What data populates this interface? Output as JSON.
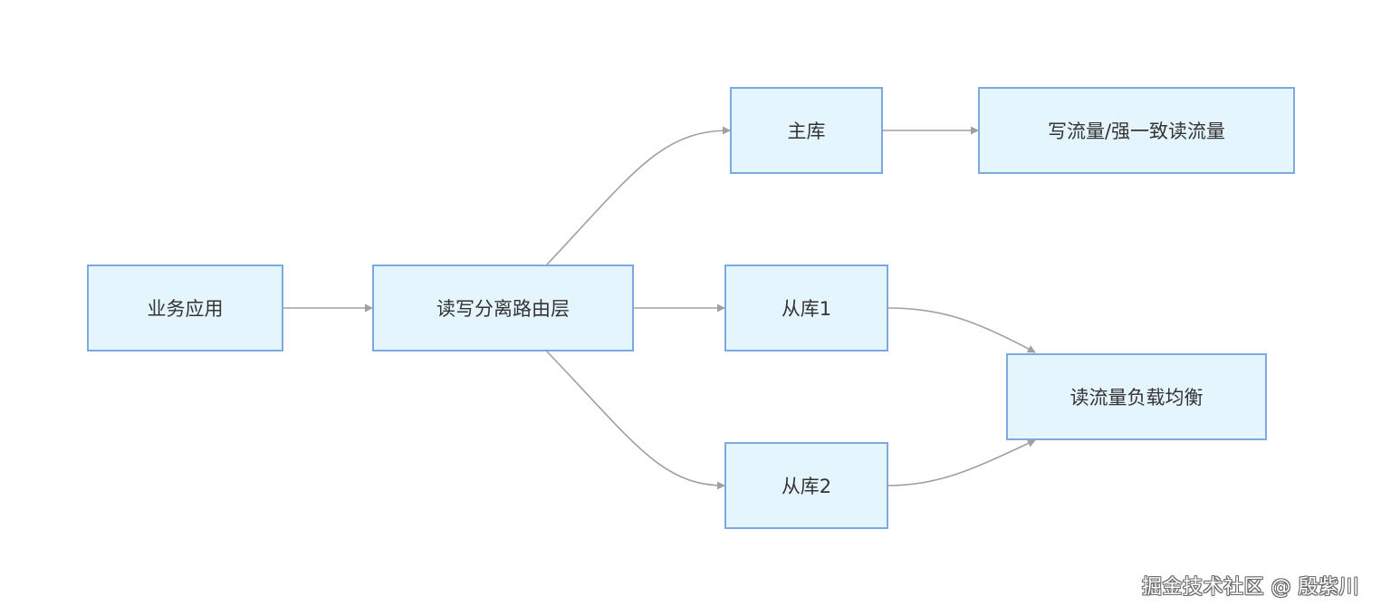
{
  "diagram": {
    "colors": {
      "node_fill": "#e5f5fd",
      "node_border": "#7ba9e0",
      "edge": "#a0a0a0",
      "text": "#333333"
    },
    "nodes": {
      "app": {
        "label": "业务应用"
      },
      "router": {
        "label": "读写分离路由层"
      },
      "master": {
        "label": "主库"
      },
      "slave1": {
        "label": "从库1"
      },
      "slave2": {
        "label": "从库2"
      },
      "write_traffic": {
        "label": "写流量/强一致读流量"
      },
      "read_lb": {
        "label": "读流量负载均衡"
      }
    },
    "edges": [
      {
        "from": "app",
        "to": "router"
      },
      {
        "from": "router",
        "to": "master"
      },
      {
        "from": "router",
        "to": "slave1"
      },
      {
        "from": "router",
        "to": "slave2"
      },
      {
        "from": "master",
        "to": "write_traffic"
      },
      {
        "from": "slave1",
        "to": "read_lb"
      },
      {
        "from": "slave2",
        "to": "read_lb"
      }
    ]
  },
  "watermark": "掘金技术社区 @ 殷紫川"
}
